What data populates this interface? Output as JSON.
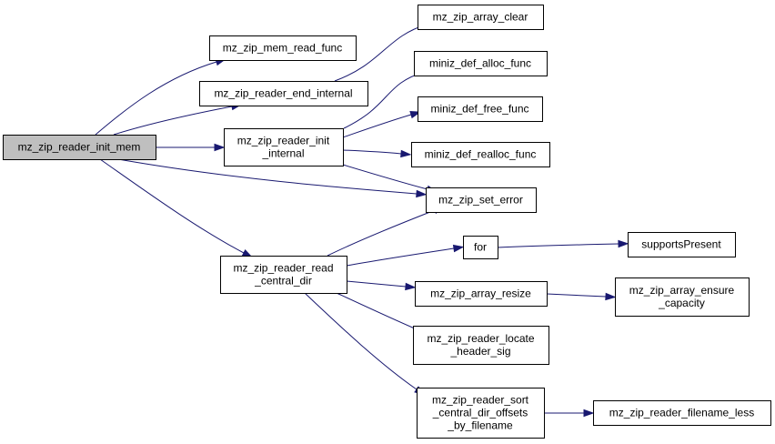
{
  "graph": {
    "title": "",
    "colors": {
      "edge": "#191970",
      "root_fill": "#bfbfbf",
      "node_fill": "#ffffff",
      "node_border": "#000000"
    },
    "nodes": [
      {
        "id": "init_mem",
        "lines": [
          "mz_zip_reader_init_mem"
        ],
        "root": true
      },
      {
        "id": "mem_read",
        "lines": [
          "mz_zip_mem_read_func"
        ]
      },
      {
        "id": "end_internal",
        "lines": [
          "mz_zip_reader_end_internal"
        ]
      },
      {
        "id": "init_internal",
        "lines": [
          "mz_zip_reader_init",
          "_internal"
        ]
      },
      {
        "id": "read_cdir",
        "lines": [
          "mz_zip_reader_read",
          "_central_dir"
        ]
      },
      {
        "id": "array_clear",
        "lines": [
          "mz_zip_array_clear"
        ]
      },
      {
        "id": "def_alloc",
        "lines": [
          "miniz_def_alloc_func"
        ]
      },
      {
        "id": "def_free",
        "lines": [
          "miniz_def_free_func"
        ]
      },
      {
        "id": "def_realloc",
        "lines": [
          "miniz_def_realloc_func"
        ]
      },
      {
        "id": "set_error",
        "lines": [
          "mz_zip_set_error"
        ]
      },
      {
        "id": "for",
        "lines": [
          "for"
        ]
      },
      {
        "id": "array_resize",
        "lines": [
          "mz_zip_array_resize"
        ]
      },
      {
        "id": "locate_sig",
        "lines": [
          "mz_zip_reader_locate",
          "_header_sig"
        ]
      },
      {
        "id": "sort_cdir",
        "lines": [
          "mz_zip_reader_sort",
          "_central_dir_offsets",
          "_by_filename"
        ]
      },
      {
        "id": "supports_present",
        "lines": [
          "supportsPresent"
        ]
      },
      {
        "id": "ensure_capacity",
        "lines": [
          "mz_zip_array_ensure",
          "_capacity"
        ]
      },
      {
        "id": "filename_less",
        "lines": [
          "mz_zip_reader_filename_less"
        ]
      }
    ],
    "edges": [
      {
        "from": "init_mem",
        "to": "mem_read"
      },
      {
        "from": "init_mem",
        "to": "end_internal"
      },
      {
        "from": "init_mem",
        "to": "init_internal"
      },
      {
        "from": "init_mem",
        "to": "set_error"
      },
      {
        "from": "init_mem",
        "to": "read_cdir"
      },
      {
        "from": "end_internal",
        "to": "array_clear"
      },
      {
        "from": "init_internal",
        "to": "def_alloc"
      },
      {
        "from": "init_internal",
        "to": "def_free"
      },
      {
        "from": "init_internal",
        "to": "def_realloc"
      },
      {
        "from": "init_internal",
        "to": "set_error"
      },
      {
        "from": "read_cdir",
        "to": "set_error"
      },
      {
        "from": "read_cdir",
        "to": "for"
      },
      {
        "from": "read_cdir",
        "to": "array_resize"
      },
      {
        "from": "read_cdir",
        "to": "locate_sig"
      },
      {
        "from": "read_cdir",
        "to": "sort_cdir"
      },
      {
        "from": "for",
        "to": "supports_present"
      },
      {
        "from": "array_resize",
        "to": "ensure_capacity"
      },
      {
        "from": "sort_cdir",
        "to": "filename_less"
      }
    ]
  }
}
